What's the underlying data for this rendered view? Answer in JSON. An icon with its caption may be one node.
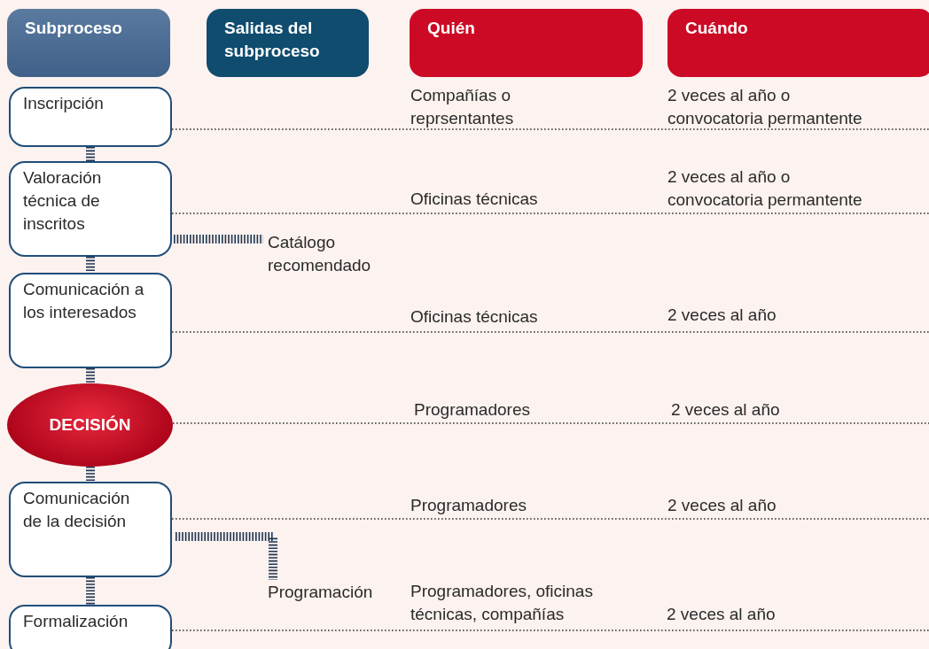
{
  "diagram": {
    "nodes": [
      {
        "text": [
          "Subproceso"
        ]
      },
      {
        "text": [
          "Salidas del subproceso"
        ]
      },
      {
        "text": [
          "Quién"
        ]
      },
      {
        "text": [
          "Cuándo"
        ]
      },
      {
        "text": [
          "Inscripción"
        ]
      },
      {
        "text": [
          "Valoración técnica de inscritos"
        ]
      },
      {
        "text": [
          "Catálogo recomendado"
        ]
      },
      {
        "text": [
          "Comunicación a los interesados"
        ]
      },
      {
        "text": [
          "DECISIÓN"
        ]
      },
      {
        "text": [
          "Comunicación de la decisión"
        ]
      },
      {
        "text": [
          "Programación"
        ]
      },
      {
        "text": [
          "Formalización"
        ]
      }
    ],
    "edges": [
      {
        "from": 4,
        "to": 5,
        "arrow": "none"
      },
      {
        "from": 5,
        "to": 6,
        "arrow": "none"
      },
      {
        "from": 5,
        "to": 7,
        "arrow": "none"
      },
      {
        "from": 7,
        "to": 8,
        "arrow": "none"
      },
      {
        "from": 8,
        "to": 9,
        "arrow": "none"
      },
      {
        "from": 9,
        "to": 10,
        "arrow": "none"
      },
      {
        "from": 9,
        "to": 11,
        "arrow": "none"
      }
    ],
    "labels": [
      "Compañías o reprsentantes",
      "2 veces al año o convocatoria permantente",
      "Oficinas técnicas",
      "2 veces al año o convocatoria permantente",
      "Oficinas técnicas",
      "2 veces al año",
      "Programadores",
      "2 veces al año",
      "Programadores",
      "2 veces al año",
      "Programadores, oficinas técnicas, compañías",
      "2 veces al año"
    ]
  }
}
